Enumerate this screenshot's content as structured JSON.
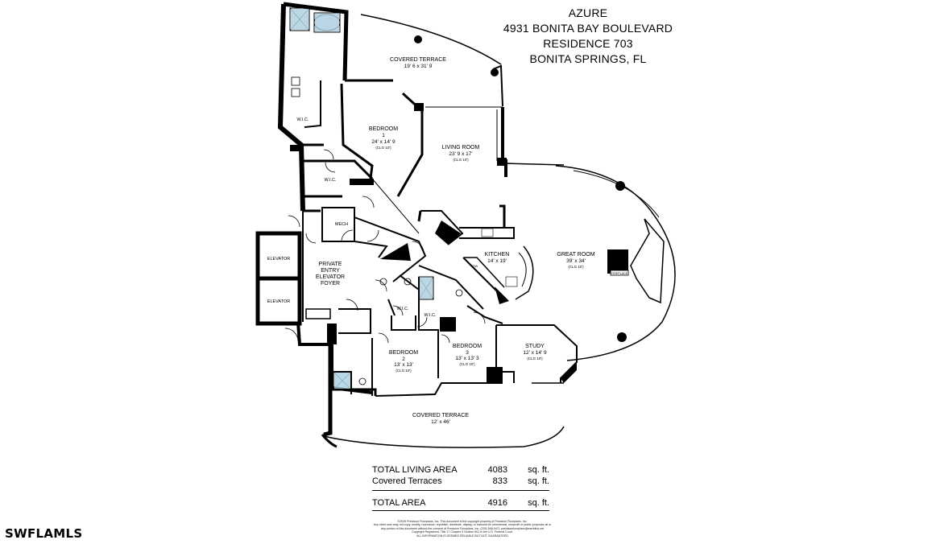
{
  "header": {
    "line1": "AZURE",
    "line2": "4931 BONITA BAY BOULEVARD",
    "line3": "RESIDENCE 703",
    "line4": "BONITA SPRINGS, FL"
  },
  "rooms": {
    "covered_terrace_top": {
      "name": "COVERED TERRACE",
      "dim": "19' 6 x 31' 9"
    },
    "bedroom1": {
      "name": "BEDROOM",
      "num": "1",
      "dim": "24' x 14' 9",
      "clg": "(CLG 10')"
    },
    "living_room": {
      "name": "LIVING ROOM",
      "dim": "23' 9 x 17'",
      "clg": "(CLG 10')"
    },
    "great_room": {
      "name": "GREAT ROOM",
      "dim": "39' x 34'",
      "clg": "(CLG 10')"
    },
    "kitchen": {
      "name": "KITCHEN",
      "dim": "14' x 19'"
    },
    "foyer": {
      "l1": "PRIVATE",
      "l2": "ENTRY",
      "l3": "ELEVATOR",
      "l4": "FOYER"
    },
    "elevator_top": "ELEVATOR",
    "elevator_bottom": "ELEVATOR",
    "mech": "MECH",
    "wic_top": "W.I.C.",
    "wic_mid": "W.I.C.",
    "wic_b2": "W.I.C.",
    "wic_b3": "W.I.C.",
    "bedroom2": {
      "name": "BEDROOM",
      "num": "2",
      "dim": "13' x 13'",
      "clg": "(CLG 10')"
    },
    "bedroom3": {
      "name": "BEDROOM",
      "num": "3",
      "dim": "13' x 13' 3",
      "clg": "(CLG 10')"
    },
    "study": {
      "name": "STUDY",
      "dim": "12' x 14' 9",
      "clg": "(CLG 10')"
    },
    "covered_terrace_bottom": {
      "name": "COVERED TERRACE",
      "dim": "12' x 46'"
    },
    "fireplace": "FIREPLACE",
    "dw": "DW"
  },
  "area_summary": {
    "rows": [
      {
        "label": "TOTAL LIVING AREA",
        "value": "4083",
        "unit": "sq. ft."
      },
      {
        "label": "Covered Terraces",
        "value": "833",
        "unit": "sq. ft."
      }
    ],
    "total": {
      "label": "TOTAL AREA",
      "value": "4916",
      "unit": "sq. ft."
    }
  },
  "copyright": {
    "l1": "©2026 Precision Floorplans, Inc.  This document is the copyright property of Precision Floorplans, Inc.",
    "l2": "Any other user may not copy, modify, reproduce, republish, distribute, display, or transmit for commercial, nonprofit or public purposes all or",
    "l3": "any portion of this document without the consent of Precision Floorplans, Inc. (239) 598-9471  precisionfloorplans@earthlink.net",
    "l4": "Copyright Registered. Title 17 Chapter 5 Section 501 in the U.S. Federal Court.",
    "l5": "ALL INFORMATION IS DEEMED RELIABLE BUT NOT GUARANTEED"
  },
  "watermark": "SWFLAMLS"
}
